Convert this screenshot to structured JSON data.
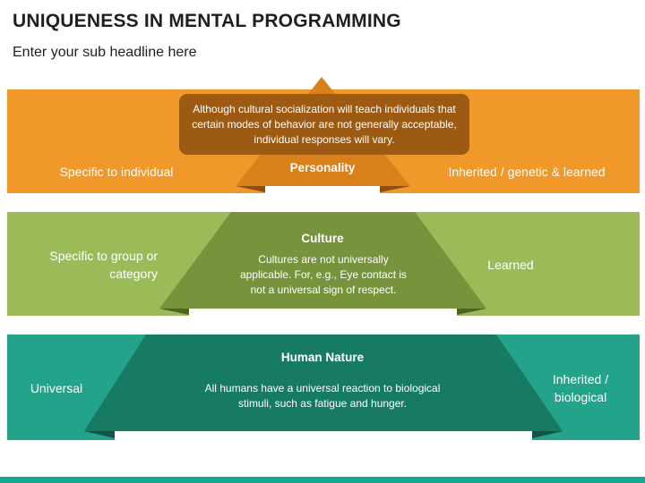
{
  "header": {
    "title": "UNIQUENESS IN MENTAL PROGRAMMING",
    "subtitle": "Enter your sub headline here"
  },
  "colors": {
    "orange_band": "#f0982a",
    "orange_triangle": "#d9801b",
    "orange_callout": "#9c5a12",
    "green_band": "#9bbb59",
    "green_trapezoid": "#77933c",
    "teal_band": "#22a38a",
    "teal_trapezoid": "#177a63"
  },
  "levels": {
    "personality": {
      "heading": "Personality",
      "callout": "Although cultural socialization will teach individuals that certain modes of behavior are not generally acceptable, individual responses will vary.",
      "left": "Specific to individual",
      "right": "Inherited / genetic & learned"
    },
    "culture": {
      "heading": "Culture",
      "body": "Cultures are not universally applicable. For, e.g., Eye contact is not a universal sign of respect.",
      "left": "Specific to group or category",
      "right": "Learned"
    },
    "human_nature": {
      "heading": "Human Nature",
      "body": "All humans have a universal reaction to biological stimuli, such as fatigue and hunger.",
      "left": "Universal",
      "right": "Inherited / biological"
    }
  }
}
